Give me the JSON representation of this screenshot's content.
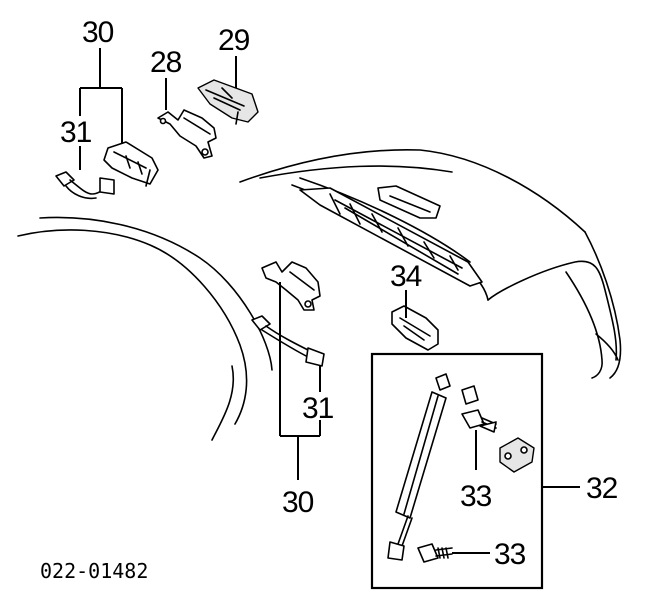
{
  "diagram": {
    "drawing_code": "022-01482",
    "callouts": {
      "c30_top": "30",
      "c31_top": "31",
      "c28": "28",
      "c29": "29",
      "c34": "34",
      "c31_mid": "31",
      "c30_bottom": "30",
      "c32": "32",
      "c33_upper": "33",
      "c33_lower": "33"
    }
  }
}
